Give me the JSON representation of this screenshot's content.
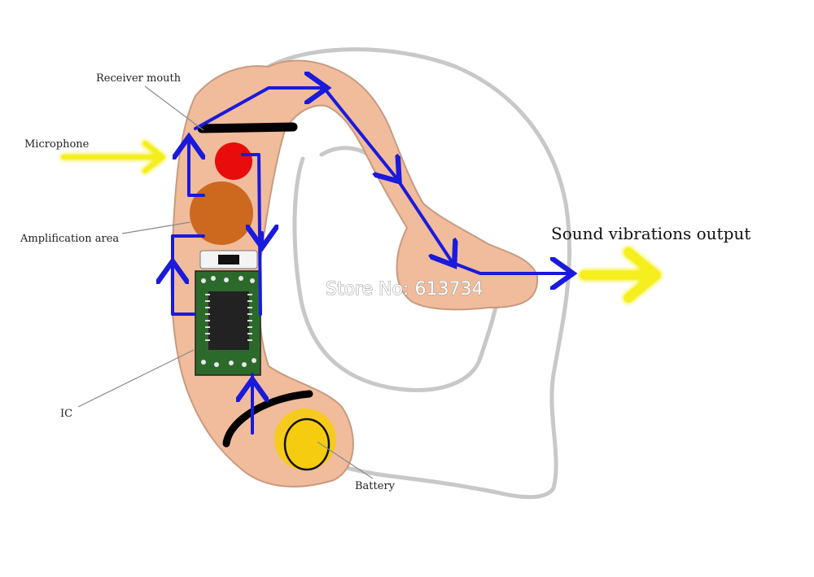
{
  "labels": {
    "receiver_mouth": "Receiver mouth",
    "microphone": "Microphone",
    "amplification_area": "Amplification area",
    "ic": "IC",
    "battery": "Battery",
    "sound_output": "Sound vibrations output"
  },
  "watermark": "Store No: 613734",
  "colors": {
    "skin": "#f0bc9c",
    "skin_edge": "#c89a80",
    "ear_outline": "#c8c8c8",
    "signal_path": "#1a1adc",
    "input_arrow": "#f4ee1c",
    "output_arrow": "#f6ef1e",
    "receiver_dot": "#e80c0c",
    "amplifier_disc": "#c96418",
    "battery": "#f6cc10",
    "ic_board": "#2c6a2c",
    "bar": "#000000"
  }
}
